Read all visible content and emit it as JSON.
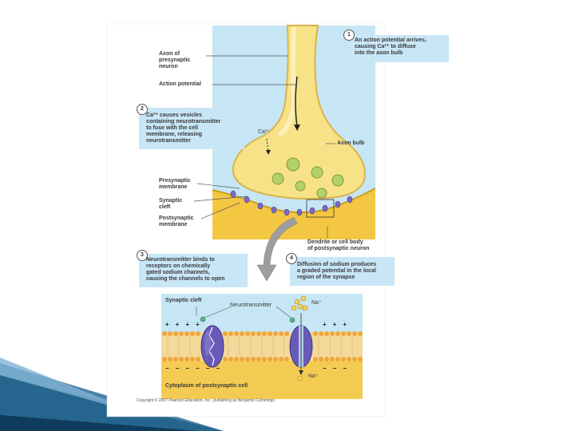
{
  "colors": {
    "slide_accent_dark": "#0f3b5c",
    "slide_accent_mid": "#2a6f97",
    "slide_accent_light": "#7fb2d4",
    "cytoplasm_yellow": "#f5cd4a",
    "bulb_yellow": "#f9e58f",
    "callout_blue": "#c8e6f6",
    "channel_purple": "#6a5ab8",
    "vesicle_green": "#a9c95a"
  },
  "labels": {
    "axon_lines": [
      "Axon of",
      "presynaptic",
      "neuron"
    ],
    "action_potential": "Action potential",
    "ca_ion": "Ca²⁺",
    "axon_bulb": "Axon bulb",
    "presynaptic_membrane": [
      "Presynaptic",
      "membrane"
    ],
    "synaptic_cleft": [
      "Synaptic",
      "cleft"
    ],
    "postsynaptic_membrane": [
      "Postsynaptic",
      "membrane"
    ],
    "dendrite": [
      "Dendrite or cell body",
      "of postsynaptic neuron"
    ],
    "synaptic_cleft_lower": "Synaptic cleft",
    "neurotransmitter": "Neurotransmitter",
    "na_top": "Na⁺",
    "na_bottom": "Na⁺",
    "cytoplasm": "Cytoplasm of postsynaptic cell"
  },
  "steps": [
    {
      "number": "1",
      "lines": [
        "An action potential arrives,",
        "causing Ca²⁺ to diffuse",
        "into the axon bulb"
      ]
    },
    {
      "number": "2",
      "lines": [
        "Ca²⁺ causes vesicles",
        "containing neurotransmitter",
        "to fuse with the cell",
        "membrane, releasing",
        "neurotransmitter"
      ]
    },
    {
      "number": "3",
      "lines": [
        "Neurotransmitter binds to",
        "receptors on chemically",
        "gated sodium channels,",
        "causing the channels to open"
      ]
    },
    {
      "number": "4",
      "lines": [
        "Diffusion of sodium produces",
        "a graded potential in the local",
        "region of the synapse"
      ]
    }
  ],
  "charges": {
    "outside_plus": "+",
    "inside_minus": "−"
  },
  "copyright": "Copyright © 2007 Pearson Education, Inc., publishing as Benjamin Cummings"
}
